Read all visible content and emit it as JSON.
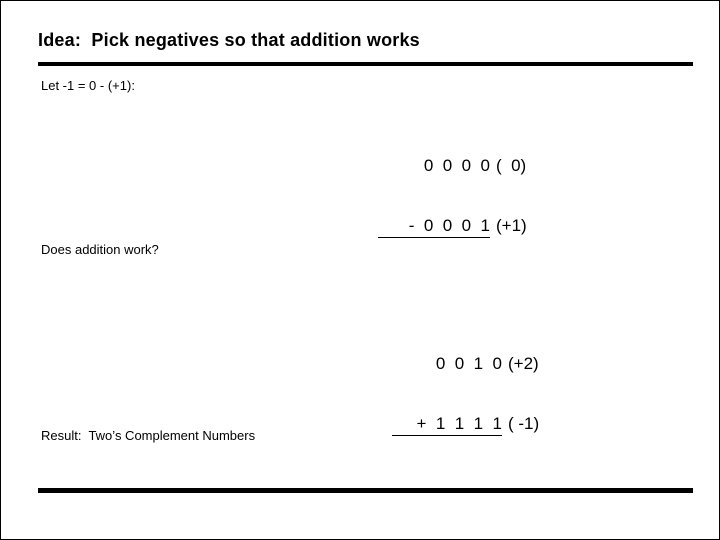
{
  "slide": {
    "title": "Idea:  Pick negatives so that addition works",
    "let_label": "Let -1 = 0 - (+1):",
    "does_label": "Does addition work?",
    "result_label": "Result:  Two’s Complement Numbers",
    "calc_one": {
      "line1_digits": "0  0  0  0",
      "line1_annot": "(  0)",
      "line2_digits": "-  0  0  0  1",
      "line2_annot": "(+1)"
    },
    "calc_two": {
      "line1_digits": "0  0  1  0",
      "line1_annot": "(+2)",
      "line2_digits": "+  1  1  1  1",
      "line2_annot": "( -1)"
    }
  }
}
